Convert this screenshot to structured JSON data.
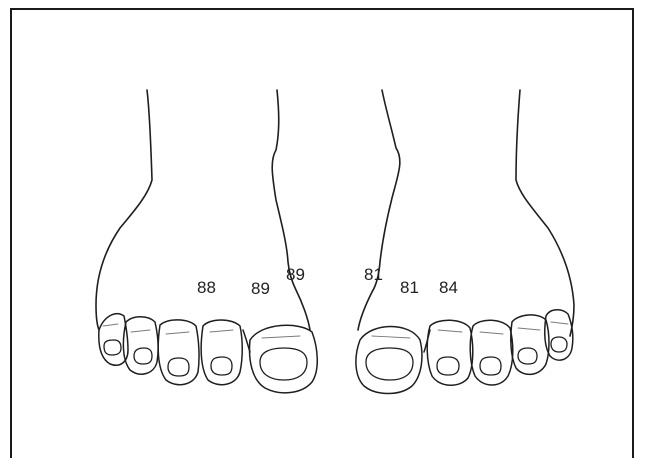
{
  "labels": {
    "left_foot": [
      "88",
      "89",
      "89"
    ],
    "right_foot": [
      "81",
      "81",
      "84"
    ]
  }
}
